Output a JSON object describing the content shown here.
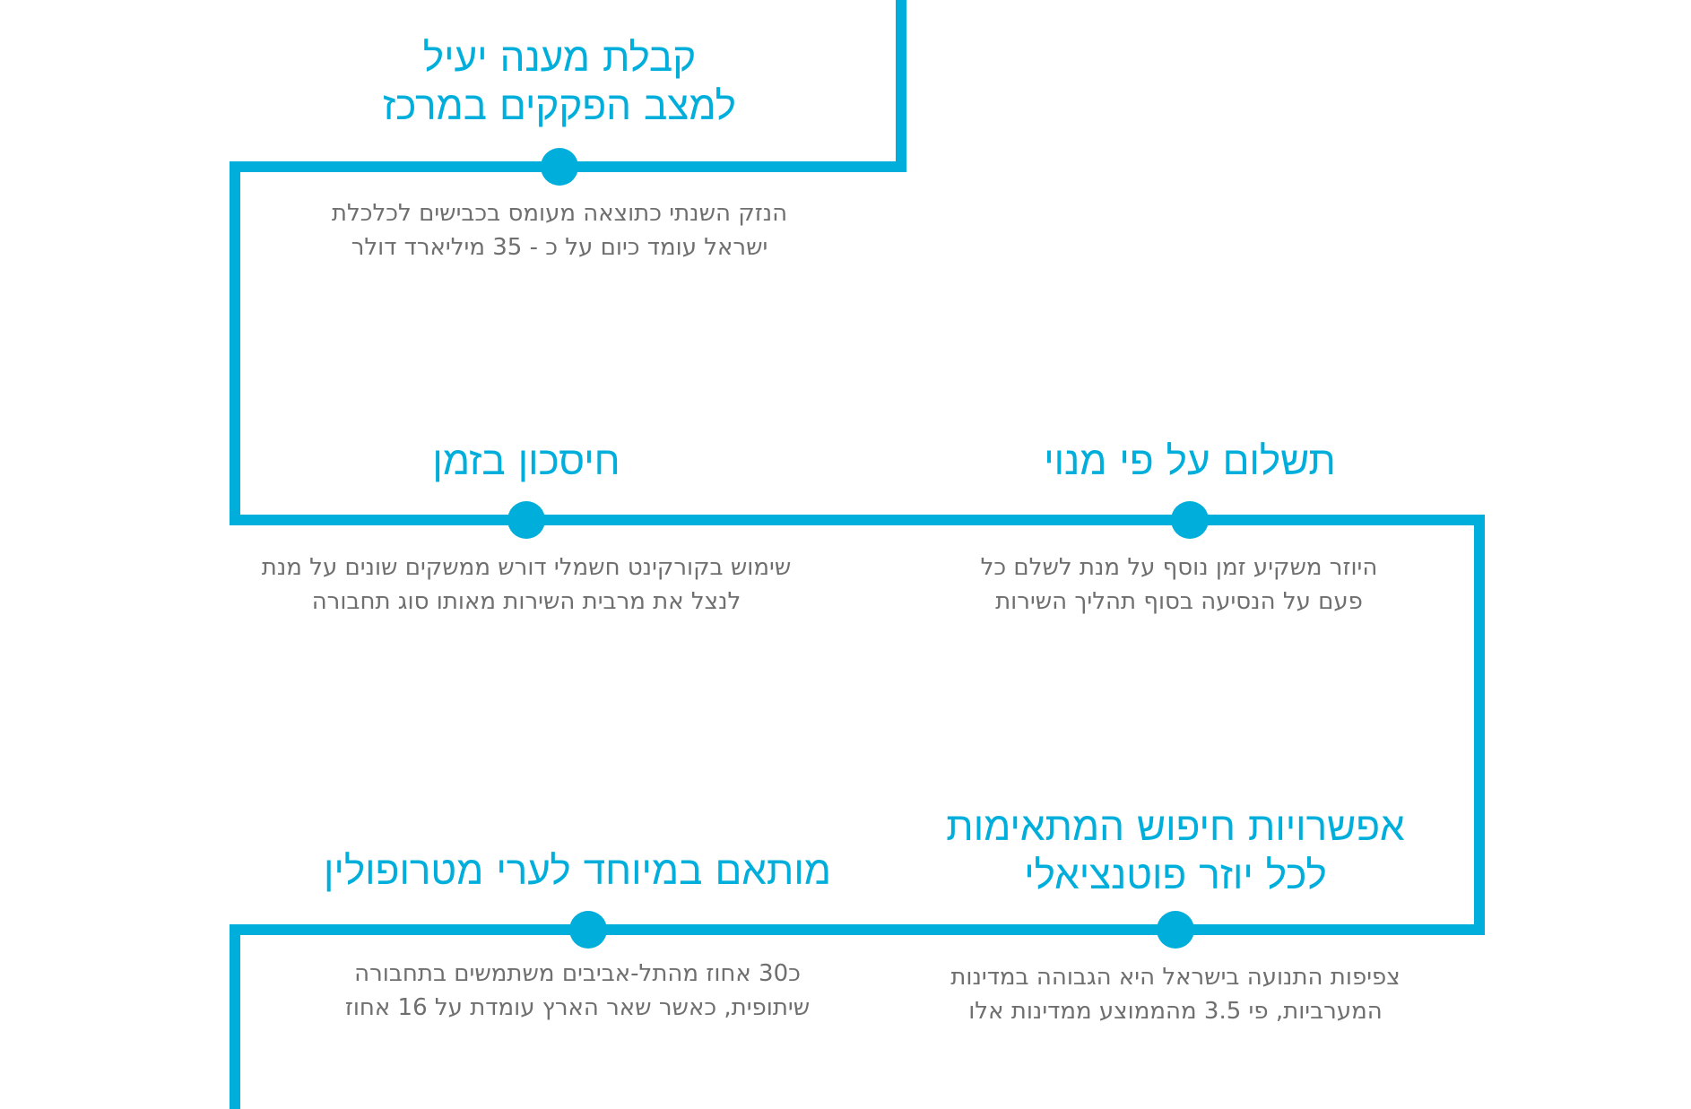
{
  "colors": {
    "accent": "#00aedb",
    "body_text": "#6f6f6f",
    "background": "#ffffff"
  },
  "steps": [
    {
      "title": [
        "קבלת מענה יעיל",
        "למצב הפקקים במרכז"
      ],
      "text": [
        "הנזק השנתי כתוצאה מעומס בכבישים לכלכלת",
        "ישראל עומד כיום על כ - 35 מיליארד דולר"
      ]
    },
    {
      "title": [
        "תשלום על פי מנוי"
      ],
      "text": [
        "היוזר משקיע זמן נוסף על מנת לשלם כל",
        "פעם על הנסיעה בסוף תהליך השירות"
      ]
    },
    {
      "title": [
        "חיסכון בזמן"
      ],
      "text": [
        "שימוש בקורקינט חשמלי דורש ממשקים שונים על מנת",
        "לנצל את מרבית השירות מאותו סוג תחבורה"
      ]
    },
    {
      "title": [
        "אפשרויות חיפוש המתאימות",
        "לכל יוזר פוטנציאלי"
      ],
      "text": [
        "צפיפות התנועה בישראל היא הגבוהה במדינות",
        "המערביות, פי 3.5 מהממוצע ממדינות אלו"
      ]
    },
    {
      "title": [
        "מותאם במיוחד לערי מטרופולין"
      ],
      "text": [
        "כ30 אחוז מהתל-אביבים משתמשים בתחבורה",
        "שיתופית, כאשר שאר הארץ עומדת על 16 אחוז"
      ]
    }
  ]
}
